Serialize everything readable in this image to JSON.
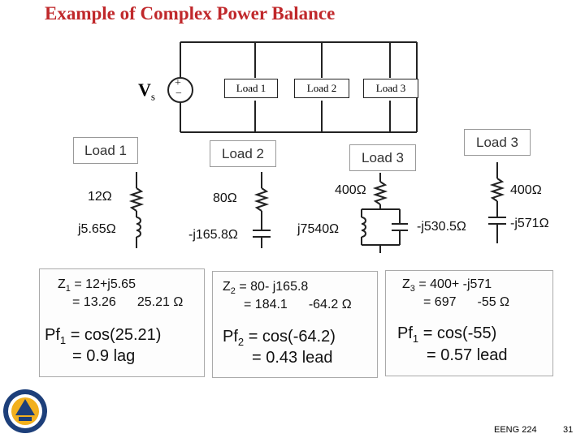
{
  "title": "Example of Complex Power Balance",
  "source": {
    "label": "V",
    "subscript": "s",
    "plus": "+",
    "minus": "−"
  },
  "circuit_loads": [
    "Load 1",
    "Load 2",
    "Load 3"
  ],
  "load_headers": [
    "Load 1",
    "Load 2",
    "Load 3",
    "Load 3"
  ],
  "components": {
    "load1": {
      "r": "12Ω",
      "l": "j5.65Ω"
    },
    "load2": {
      "r": "80Ω",
      "c": "-j165.8Ω"
    },
    "load3a": {
      "r": "400Ω",
      "l": "j7540Ω",
      "c": "-j530.5Ω"
    },
    "load3b": {
      "r": "400Ω",
      "c": "-j571Ω"
    }
  },
  "panels": [
    {
      "z_name": "Z",
      "z_sub": "1",
      "z_line1": " = 12+j5.65",
      "z_mag": "= 13.26",
      "z_ang": "25.21 Ω",
      "pf_name": "Pf",
      "pf_sub": "1",
      "pf_line1": " = cos(25.21)",
      "pf_line2": "= 0.9 lag"
    },
    {
      "z_name": "Z",
      "z_sub": "2",
      "z_line1": " = 80- j165.8",
      "z_mag": "= 184.1",
      "z_ang": "-64.2 Ω",
      "pf_name": "Pf",
      "pf_sub": "2",
      "pf_line1": " = cos(-64.2)",
      "pf_line2": "= 0.43 lead"
    },
    {
      "z_name": "Z",
      "z_sub": "3",
      "z_line1": " = 400+ -j571",
      "z_mag": "= 697",
      "z_ang": "-55 Ω",
      "pf_name": "Pf",
      "pf_sub": "1",
      "pf_line1": " = cos(-55)",
      "pf_line2": "= 0.57 lead"
    }
  ],
  "footer": {
    "course": "EENG 224",
    "page": "31"
  }
}
